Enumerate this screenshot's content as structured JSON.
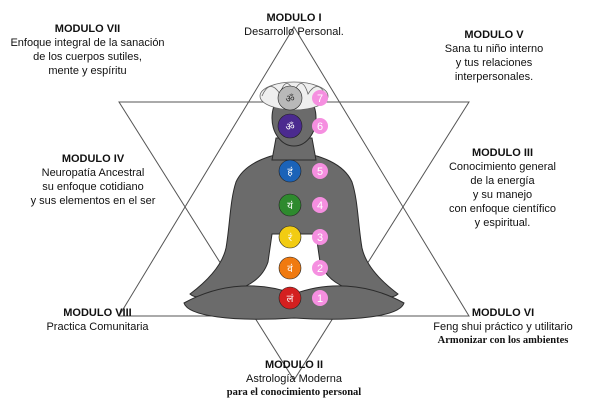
{
  "modules": [
    {
      "id": "m1",
      "title": "MODULO I",
      "lines": [
        "Desarrollo Personal."
      ]
    },
    {
      "id": "m2",
      "title": "MODULO II",
      "lines": [
        "Astrología Moderna"
      ],
      "extra": "para el conocimiento personal"
    },
    {
      "id": "m3",
      "title": "MODULO III",
      "lines": [
        "Conocimiento general",
        "de la energía",
        "y su manejo",
        "con enfoque científico",
        "y espiritual."
      ]
    },
    {
      "id": "m4",
      "title": "MODULO IV",
      "lines": [
        "Neuropatía Ancestral",
        "su enfoque cotidiano",
        "y sus elementos en el ser"
      ]
    },
    {
      "id": "m5",
      "title": "MODULO V",
      "lines": [
        "Sana tu niño interno",
        "y tus relaciones",
        "interpersonales."
      ]
    },
    {
      "id": "m6",
      "title": "MODULO VI",
      "lines": [
        "Feng shui práctico y utilitario"
      ],
      "extra": "Armonizar con los ambientes"
    },
    {
      "id": "m7",
      "title": "MODULO VII",
      "lines": [
        "Enfoque integral de la sanación",
        "de los cuerpos sutiles,",
        "mente y espíritu"
      ]
    },
    {
      "id": "m8",
      "title": "MODULO VIII",
      "lines": [
        "Practica Comunitaria"
      ]
    }
  ],
  "chakras": [
    {
      "number": "7",
      "color": "#b9b9b9",
      "glyph": "ॐ"
    },
    {
      "number": "6",
      "color": "#4b2a8f",
      "glyph": "ॐ"
    },
    {
      "number": "5",
      "color": "#1b63b8",
      "glyph": "हं"
    },
    {
      "number": "4",
      "color": "#2e8a2e",
      "glyph": "यं"
    },
    {
      "number": "3",
      "color": "#f2cc12",
      "glyph": "रं"
    },
    {
      "number": "2",
      "color": "#f07a10",
      "glyph": "वं"
    },
    {
      "number": "1",
      "color": "#d42020",
      "glyph": "लं"
    }
  ],
  "colors": {
    "badge": "#f58fe0",
    "badge_text": "#ffffff",
    "figure": "#6a6a6a",
    "lines": "#555555"
  }
}
